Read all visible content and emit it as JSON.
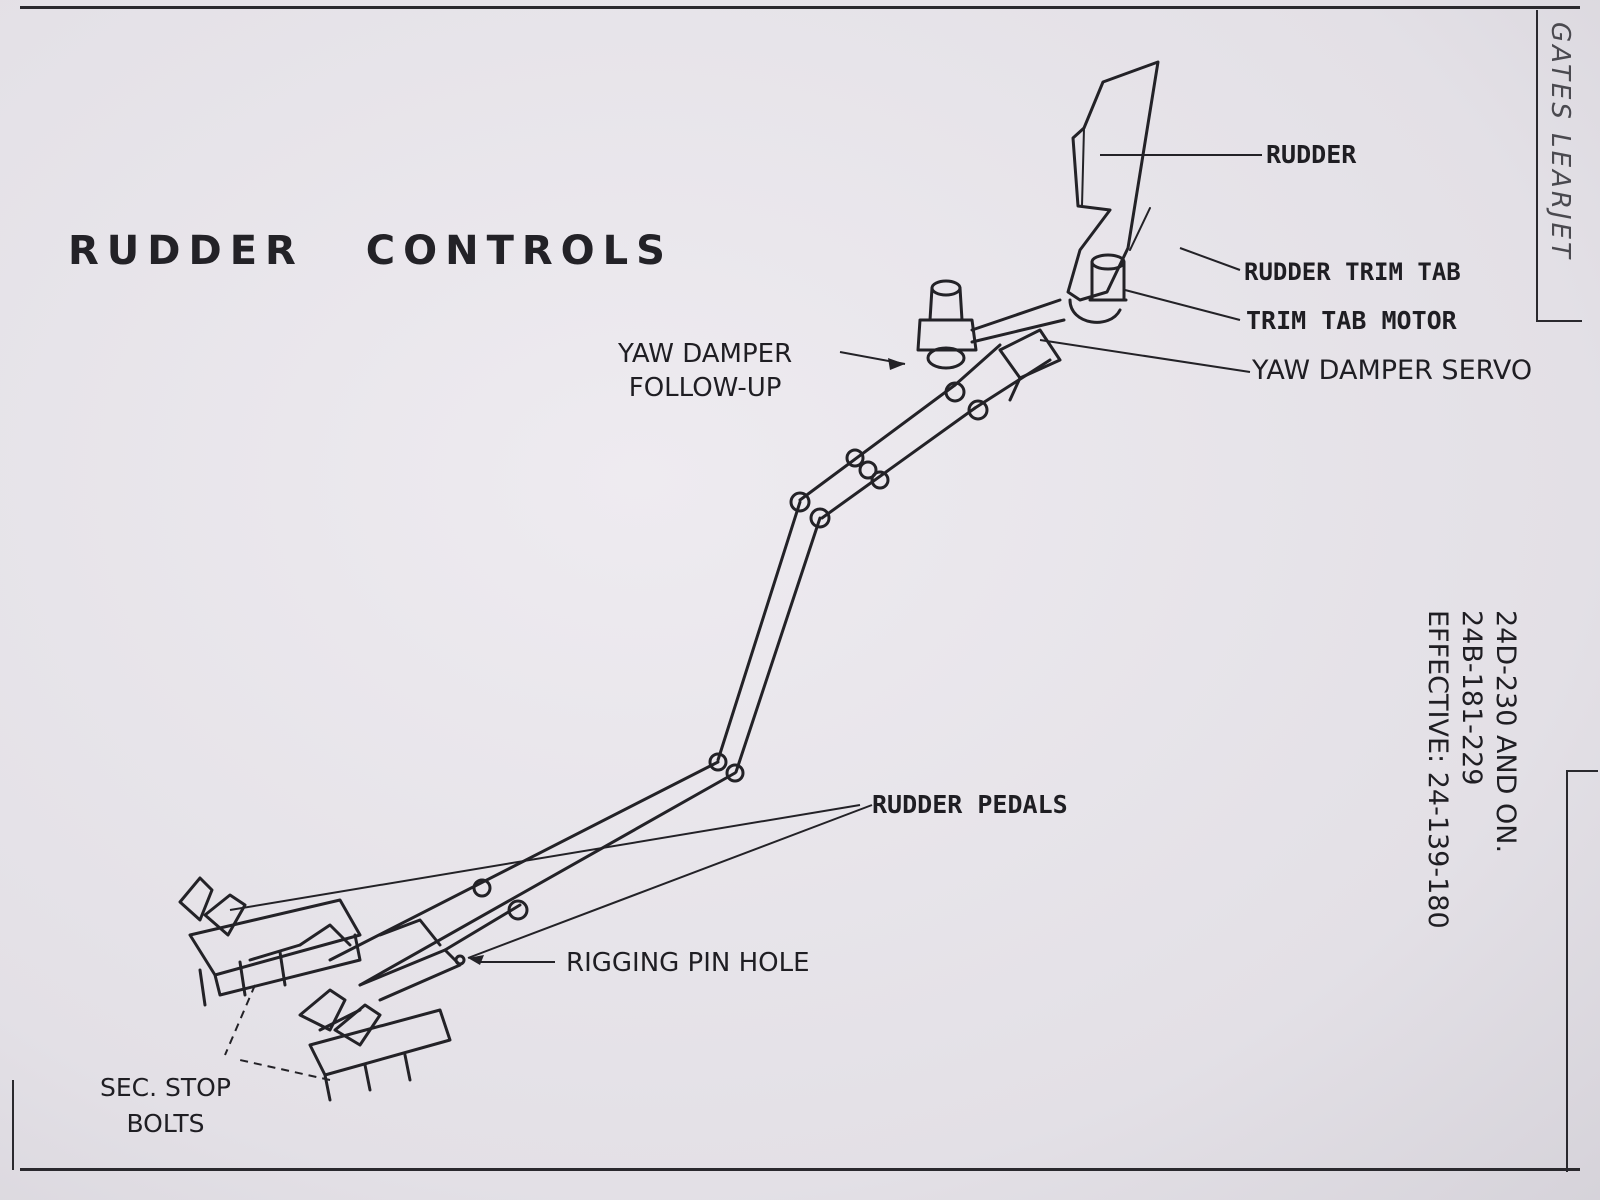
{
  "header": {
    "title_word1": "RUDDER",
    "title_word2": "CONTROLS",
    "side_tab": "GATES LEARJET"
  },
  "labels": {
    "rudder": "RUDDER",
    "rudder_trim_tab": "RUDDER TRIM TAB",
    "trim_tab_motor": "TRIM TAB MOTOR",
    "yaw_damper_servo": "YAW DAMPER SERVO",
    "yaw_damper_followup_line1": "YAW DAMPER",
    "yaw_damper_followup_line2": "FOLLOW-UP",
    "rudder_pedals": "RUDDER PEDALS",
    "rigging_pin_hole": "RIGGING PIN HOLE",
    "sec_stop_bolts_line1": "SEC. STOP",
    "sec_stop_bolts_line2": "BOLTS"
  },
  "effective": {
    "label": "EFFECTIVE:",
    "line1": "24-139-180",
    "line2": "24B-181-229",
    "line3": "24D-230 AND ON."
  },
  "colors": {
    "ink": "#1f1e23",
    "paper": "#e6e3e8",
    "ghost_ink": "#b9b6be"
  }
}
